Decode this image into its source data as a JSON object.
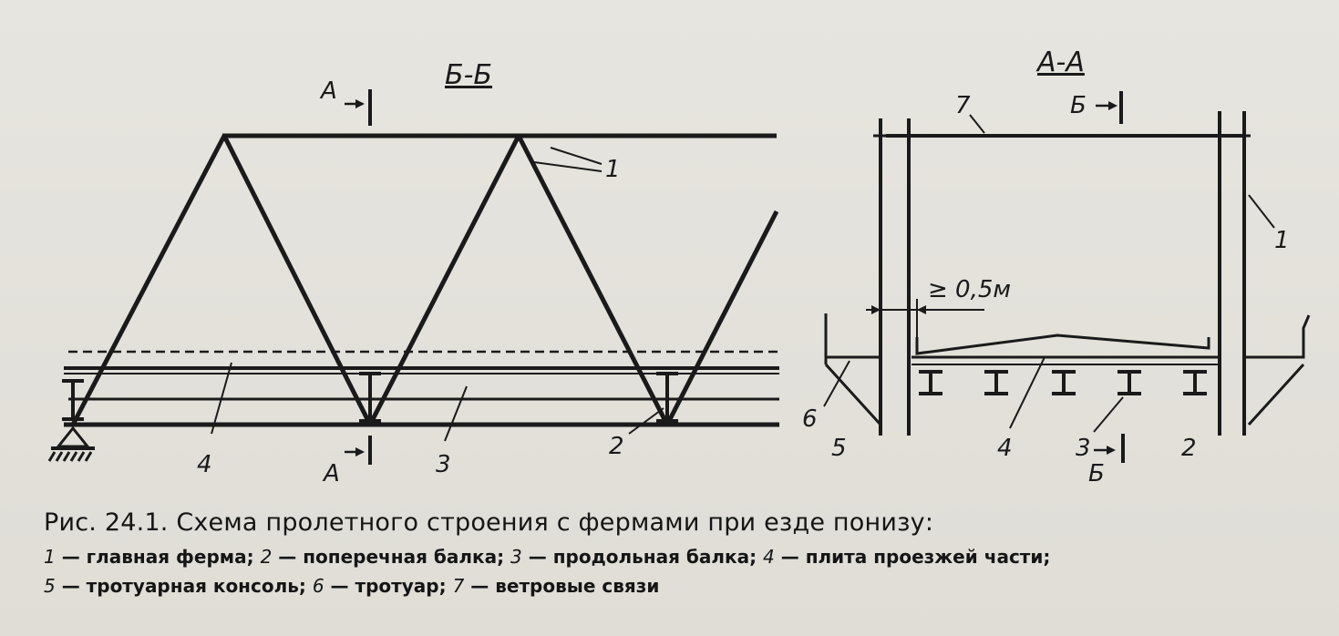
{
  "figure": {
    "section_left_title": "Б-Б",
    "section_right_title": "А-А",
    "cut_markers": {
      "left_top": "А",
      "left_bottom": "А",
      "right_top": "Б",
      "right_bottom": "Б"
    },
    "dimension_label": "≥ 0,5м",
    "callouts_left": {
      "main_truss": "1",
      "cross_beam": "2",
      "longitudinal_beam": "3",
      "deck_slab": "4"
    },
    "callouts_right": {
      "wind_bracing": "7",
      "main_truss": "1",
      "sidewalk": "6",
      "console": "5",
      "deck_slab": "4",
      "longitudinal_beam": "3",
      "cross_beam": "2"
    }
  },
  "caption": {
    "title": "Рис. 24.1. Схема пролетного строения с фермами при езде понизу:",
    "legend_lines": [
      [
        {
          "num": "1",
          "text": " — главная ферма; "
        },
        {
          "num": "2",
          "text": " — поперечная балка; "
        },
        {
          "num": "3",
          "text": " — продольная балка; "
        },
        {
          "num": "4",
          "text": " — плита проезжей части;"
        }
      ],
      [
        {
          "num": "5",
          "text": " — тротуарная консоль; "
        },
        {
          "num": "6",
          "text": " — тротуар; "
        },
        {
          "num": "7",
          "text": " — ветровые связи"
        }
      ]
    ]
  },
  "colors": {
    "ink": "#1a1a1a",
    "paper": "#e4e2dc"
  }
}
